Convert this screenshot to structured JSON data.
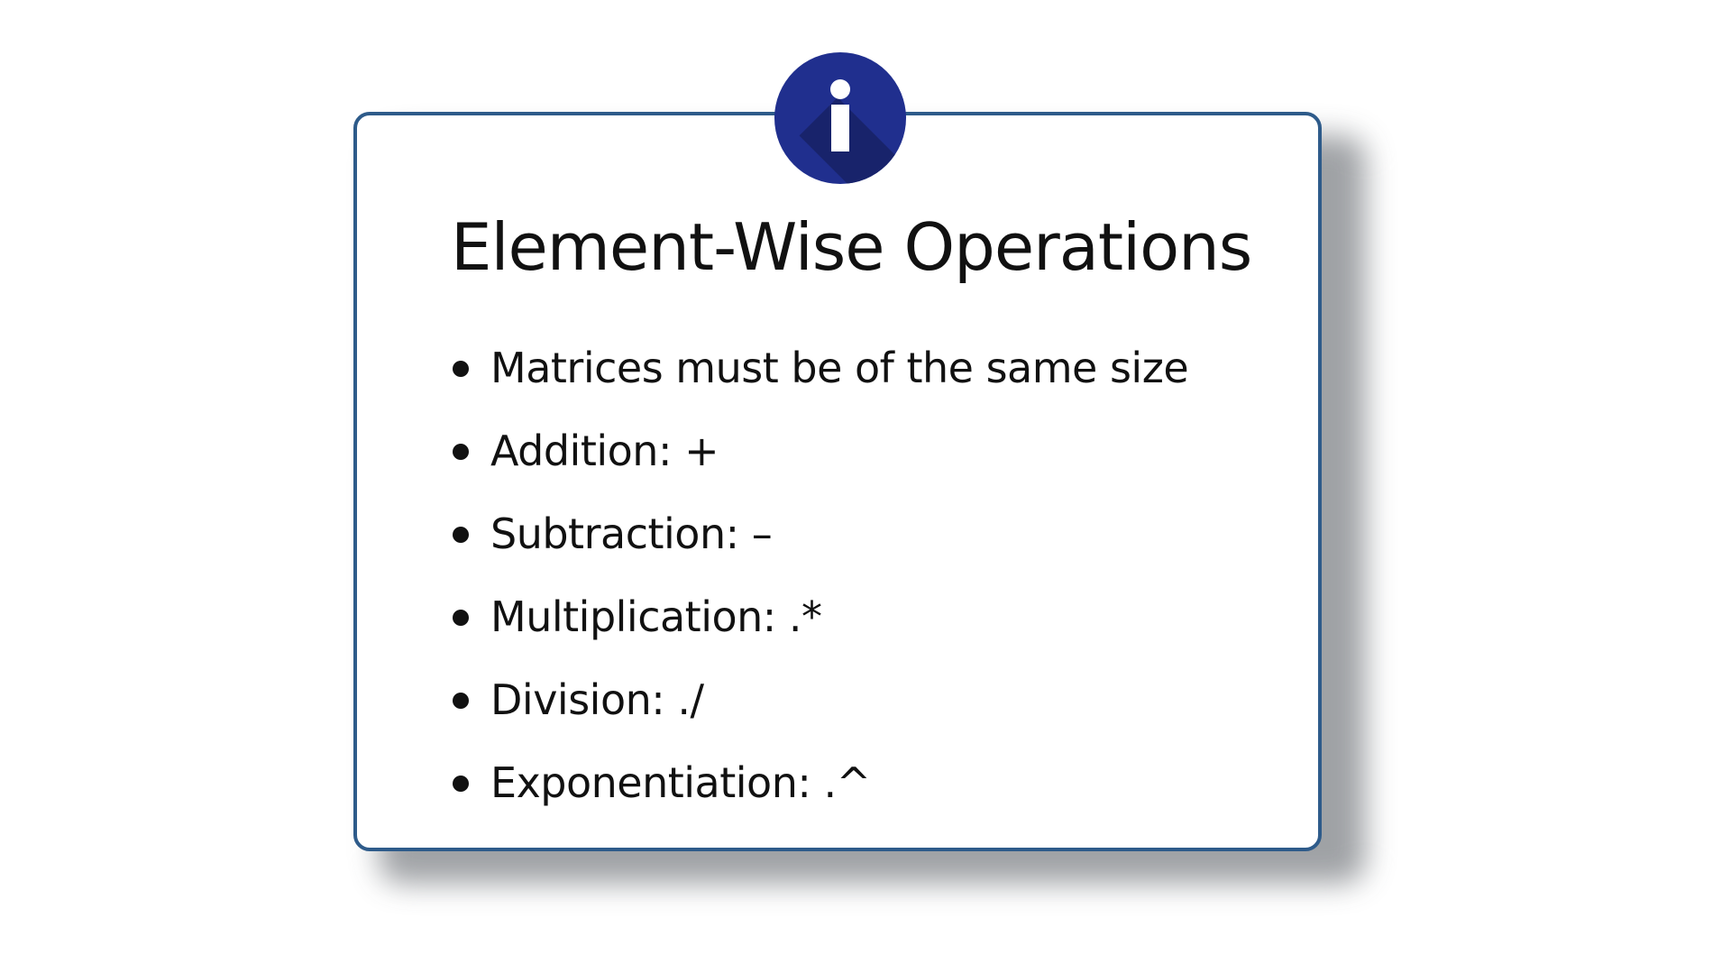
{
  "card": {
    "title": "Element-Wise Operations",
    "icon": "info-icon",
    "items": [
      "Matrices must be of the same size",
      "Addition: +",
      "Subtraction: –",
      "Multiplication: .*",
      "Division: ./",
      "Exponentiation: .^"
    ]
  },
  "colors": {
    "border": "#2e5b8a",
    "badge": "#202f8e",
    "text": "#111111"
  }
}
